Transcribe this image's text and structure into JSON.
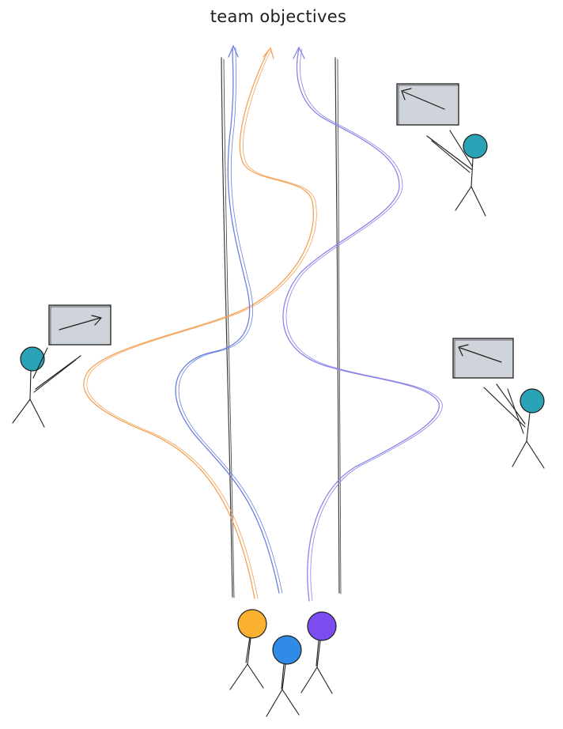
{
  "title": "team objectives",
  "colors": {
    "ink": "#1e1e1e",
    "lane": "#555555",
    "orange_path": "#f4a259",
    "blue_path": "#6b7fe0",
    "purple_path": "#8a84e8",
    "member_orange": "#fab12f",
    "member_blue": "#2f8be6",
    "member_purple": "#7b4cf0",
    "coach": "#2aa3b6",
    "board": "#ced4da"
  },
  "team_members": [
    {
      "name": "orange-team-member",
      "color": "#fab12f"
    },
    {
      "name": "blue-team-member",
      "color": "#2f8be6"
    },
    {
      "name": "purple-team-member",
      "color": "#7b4cf0"
    }
  ],
  "coaches": [
    {
      "name": "coach-top-right",
      "board_arrow": "left"
    },
    {
      "name": "coach-left",
      "board_arrow": "right"
    },
    {
      "name": "coach-bottom-right",
      "board_arrow": "left"
    }
  ]
}
